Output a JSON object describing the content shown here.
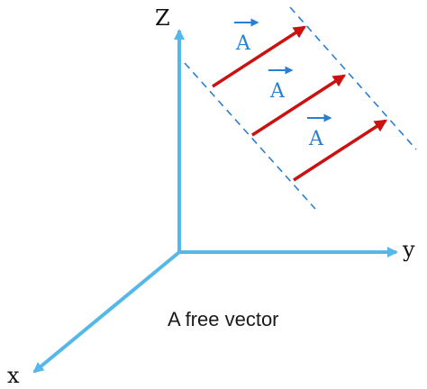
{
  "axes": {
    "z_label": "Z",
    "y_label": "y",
    "x_label": "x"
  },
  "vectors": [
    {
      "label": "A"
    },
    {
      "label": "A"
    },
    {
      "label": "A"
    }
  ],
  "caption": "A free vector",
  "colors": {
    "axis": "#55b8e8",
    "vector": "#cc1111",
    "guide_line": "#2a7fd4",
    "vector_label": "#2a7fd4",
    "text": "#111111"
  }
}
